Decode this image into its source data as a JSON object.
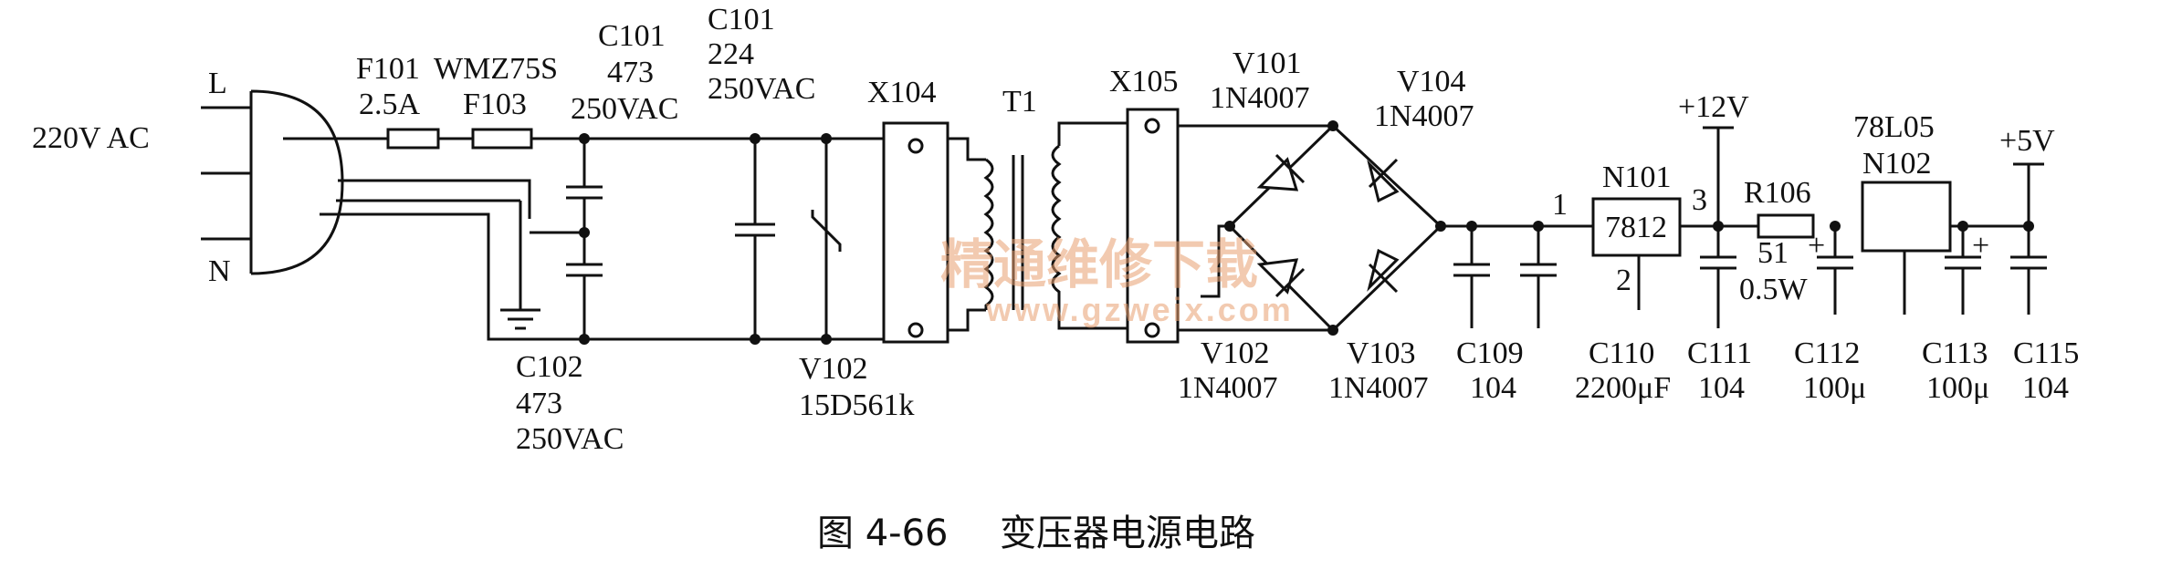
{
  "labels": {
    "input_voltage": "220V AC",
    "line": "L",
    "neutral": "N",
    "f101": "F101",
    "f101_rating": "2.5A",
    "wmz": "WMZ75S",
    "f103": "F103",
    "c101a": "C101",
    "c101a_value": "473",
    "c101a_voltage": "250VAC",
    "c101b": "C101",
    "c101b_value": "224",
    "c101b_voltage": "250VAC",
    "c102": "C102",
    "c102_value": "473",
    "c102_voltage": "250VAC",
    "x104": "X104",
    "t1": "T1",
    "x105": "X105",
    "v102_varistor": "V102",
    "v102_varistor_part": "15D561k",
    "v101": "V101",
    "v101_part": "1N4007",
    "v104": "V104",
    "v104_part": "1N4007",
    "v102": "V102",
    "v102_part": "1N4007",
    "v103": "V103",
    "v103_part": "1N4007",
    "c109": "C109",
    "c109_value": "104",
    "node1": "1",
    "n101": "N101",
    "reg1": "7812",
    "pin2": "2",
    "pin3": "3",
    "plus12": "+12V",
    "r106": "R106",
    "r106_value": "51",
    "r106_power": "0.5W",
    "reg2_model": "78L05",
    "n102": "N102",
    "plus5": "+5V",
    "c110": "C110",
    "c110_value": "2200μF",
    "c111": "C111",
    "c111_value": "104",
    "c112": "C112",
    "c112_value": "100μ",
    "c113": "C113",
    "c113_value": "100μ",
    "c115": "C115",
    "c115_value": "104",
    "plus_a": "+",
    "plus_b": "+"
  },
  "watermark": {
    "text": "精通维修下载",
    "url": "www.gzweix.com"
  },
  "caption": {
    "figure": "图 4-66",
    "title": "变压器电源电路"
  }
}
